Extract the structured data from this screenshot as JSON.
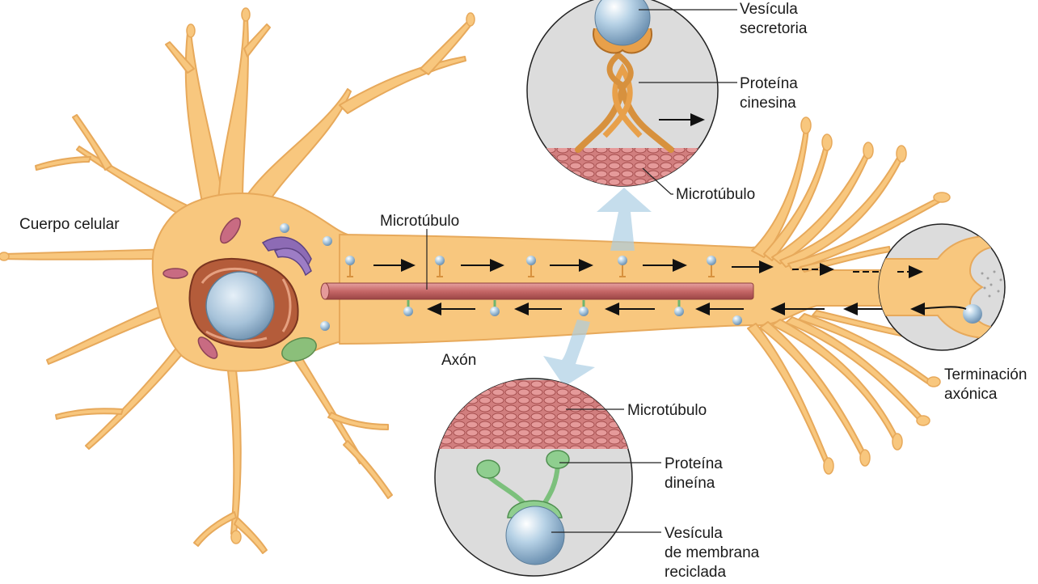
{
  "labels": {
    "cuerpo_celular": "Cuerpo celular",
    "microtubulo_axon": "Microtúbulo",
    "axon": "Axón",
    "vesicula_secretoria": [
      "Vesícula",
      "secretoria"
    ],
    "proteina_cinesina": [
      "Proteína",
      "cinesina"
    ],
    "microtubulo_top": "Microtúbulo",
    "microtubulo_bottom": "Microtúbulo",
    "proteina_dineina": [
      "Proteína",
      "dineína"
    ],
    "vesicula_reciclada": [
      "Vesícula",
      "de membrana",
      "reciclada"
    ],
    "terminacion_axonica": [
      "Terminación",
      "axónica"
    ]
  },
  "colors": {
    "cell": "#f8c77e",
    "cell_edge": "#e8a95a",
    "microtubule": "#c96b6b",
    "vesicle": "#9fbfd8",
    "kinesin": "#e8a04a",
    "dynein": "#8fce8f",
    "inset_bg": "#dcdcdc",
    "arrow_blue": "#a9cde3"
  }
}
